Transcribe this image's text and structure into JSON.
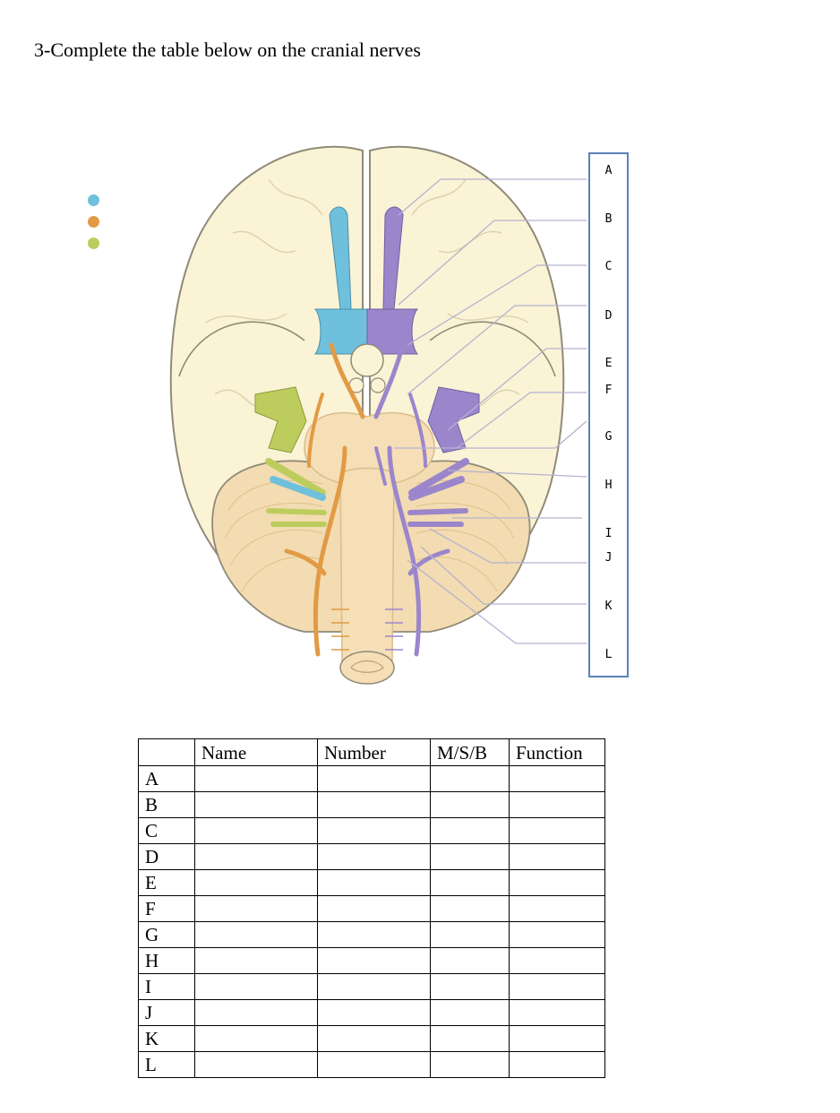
{
  "heading": "3-Complete the table below on the cranial nerves",
  "legend_colors": [
    "#6fc0dc",
    "#e29a45",
    "#bccd5e"
  ],
  "diagram": {
    "labels": [
      "A",
      "B",
      "C",
      "D",
      "E",
      "F",
      "G",
      "H",
      "I",
      "J",
      "K",
      "L"
    ],
    "colors": {
      "brain": "#fbf3d5",
      "brain_outline": "#8f8a78",
      "brainstem": "#f6dfb6",
      "cerebellum": "#f3dcb1",
      "sensory": "#6fc0dc",
      "motor": "#e29a45",
      "both": "#bccd5e",
      "purple": "#9b86cc",
      "leader_line": "#b5b2d0",
      "box_border": "#5a82b8"
    }
  },
  "table": {
    "headers": [
      "",
      "Name",
      "Number",
      "M/S/B",
      "Function"
    ],
    "rows": [
      "A",
      "B",
      "C",
      "D",
      "E",
      "F",
      "G",
      "H",
      "I",
      "J",
      "K",
      "L"
    ]
  }
}
